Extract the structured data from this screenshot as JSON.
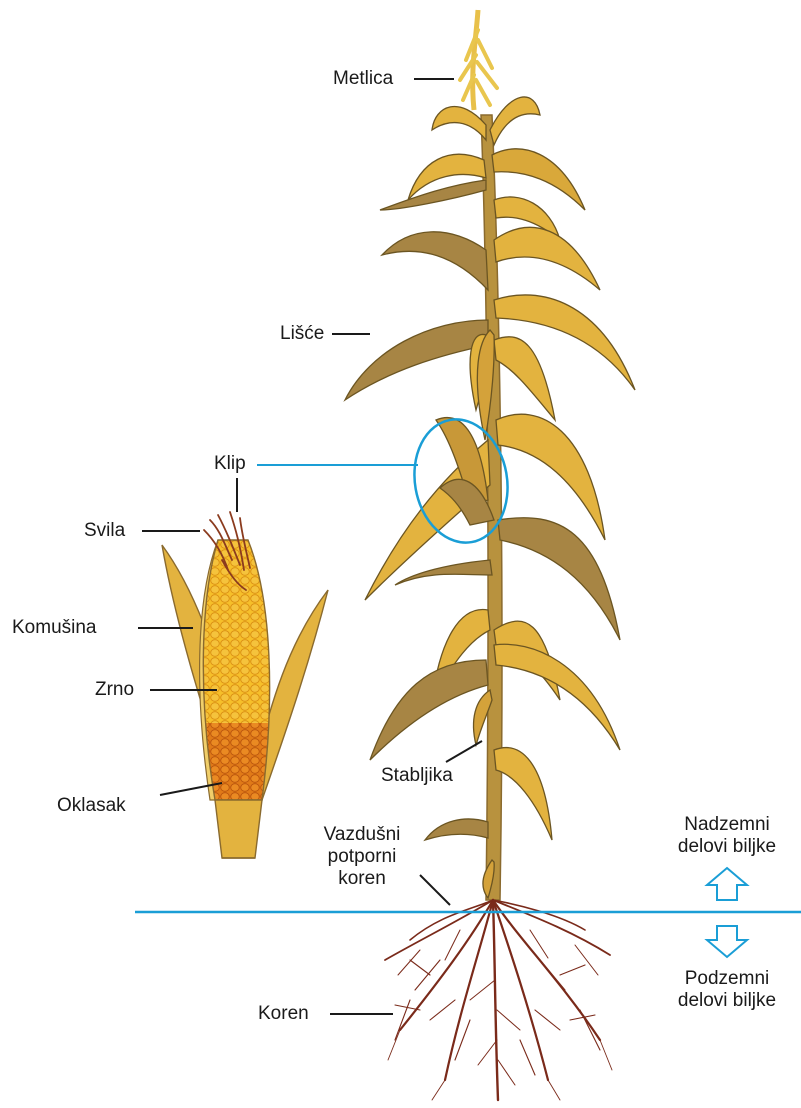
{
  "labels": {
    "metlica": "Metlica",
    "lisce": "Lišće",
    "klip": "Klip",
    "svila": "Svila",
    "komusina": "Komušina",
    "zrno": "Zrno",
    "oklasak": "Oklasak",
    "stabljika": "Stabljika",
    "vazdusni_1": "Vazdušni",
    "vazdusni_2": "potporni",
    "vazdusni_3": "koren",
    "koren": "Koren",
    "nadzemni_1": "Nadzemni",
    "nadzemni_2": "delovi biljke",
    "podzemni_1": "Podzemni",
    "podzemni_2": "delovi biljke"
  },
  "colors": {
    "leaf_light": "#e3b33f",
    "leaf_dark": "#a78544",
    "stem": "#b8923e",
    "root": "#7a2a1a",
    "ground_line": "#1a9ed6",
    "kernel_top": "#f2b21c",
    "kernel_bottom": "#e0771a",
    "label_text": "#1a1a1a"
  },
  "icons": {
    "up_arrow": "hollow-up-arrow-icon",
    "down_arrow": "hollow-down-arrow-icon"
  }
}
